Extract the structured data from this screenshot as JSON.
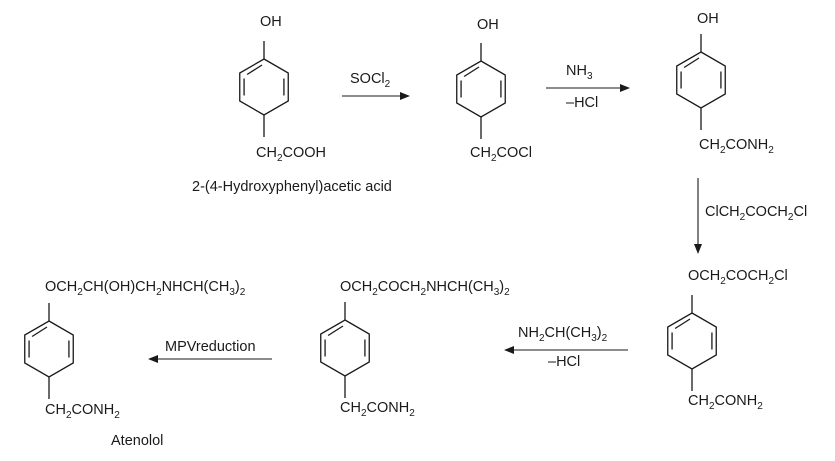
{
  "molecules": [
    {
      "id": "m1",
      "top": [
        "OH"
      ],
      "bottom": [
        "CH",
        {
          "sub": "2"
        },
        "COOH"
      ]
    },
    {
      "id": "m2",
      "top": [
        "OH"
      ],
      "bottom": [
        "CH",
        {
          "sub": "2"
        },
        "COCl"
      ]
    },
    {
      "id": "m3",
      "top": [
        "OH"
      ],
      "bottom": [
        "CH",
        {
          "sub": "2"
        },
        "CONH",
        {
          "sub": "2"
        }
      ]
    },
    {
      "id": "m4",
      "top": [
        "OCH",
        {
          "sub": "2"
        },
        "COCH",
        {
          "sub": "2"
        },
        "Cl"
      ],
      "bottom": [
        "CH",
        {
          "sub": "2"
        },
        "CONH",
        {
          "sub": "2"
        }
      ]
    },
    {
      "id": "m5",
      "top": [
        "OCH",
        {
          "sub": "2"
        },
        "COCH",
        {
          "sub": "2"
        },
        "NHCH(CH",
        {
          "sub": "3"
        },
        ")",
        {
          "sub": "2"
        }
      ],
      "bottom": [
        "CH",
        {
          "sub": "2"
        },
        "CONH",
        {
          "sub": "2"
        }
      ]
    },
    {
      "id": "m6",
      "top": [
        "OCH",
        {
          "sub": "2"
        },
        "CH(OH)CH",
        {
          "sub": "2"
        },
        "NHCH(CH",
        {
          "sub": "3"
        },
        ")",
        {
          "sub": "2"
        }
      ],
      "bottom": [
        "CH",
        {
          "sub": "2"
        },
        "CONH",
        {
          "sub": "2"
        }
      ]
    }
  ],
  "reagents": {
    "r1": {
      "above": [
        "SOCl",
        {
          "sub": "2"
        }
      ],
      "below": []
    },
    "r2": {
      "above": [
        "NH",
        {
          "sub": "3"
        }
      ],
      "below": [
        "–HCl"
      ]
    },
    "r3": {
      "side": [
        "ClCH",
        {
          "sub": "2"
        },
        "COCH",
        {
          "sub": "2"
        },
        "Cl"
      ]
    },
    "r4": {
      "above": [
        "NH",
        {
          "sub": "2"
        },
        "CH(CH",
        {
          "sub": "3"
        },
        ")",
        {
          "sub": "2"
        }
      ],
      "below": [
        "–HCl"
      ]
    },
    "r5": {
      "above": [
        "MPVreduction"
      ],
      "below": []
    }
  },
  "captions": {
    "start_name": "2-(4-Hydroxyphenyl)acetic acid",
    "product_name": "Atenolol"
  }
}
